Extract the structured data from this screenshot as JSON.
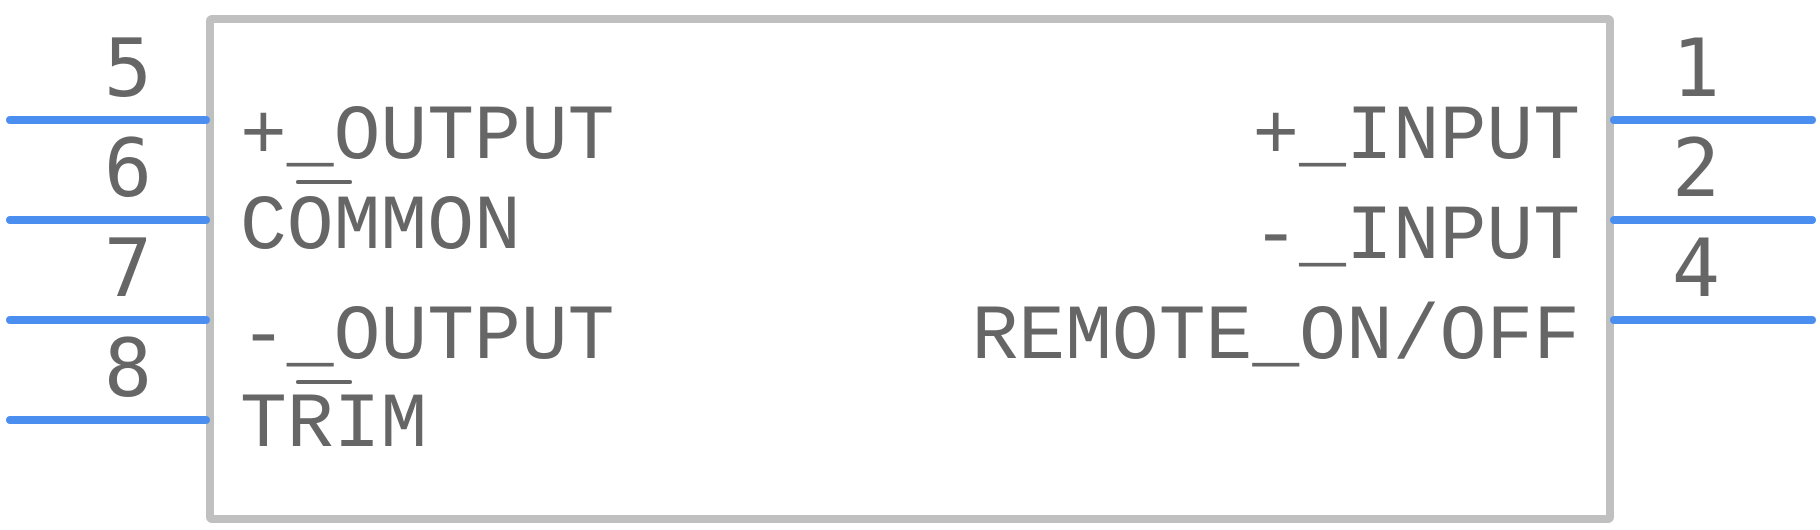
{
  "component": {
    "colors": {
      "body_outline": "#c0c0c0",
      "pin_line": "#4a8ff0",
      "text": "#666666",
      "background": "#ffffff"
    },
    "left_pins": [
      {
        "number": "5",
        "label": "+_OUTPUT"
      },
      {
        "number": "6",
        "label": "COMMON",
        "overbar_chars": "O"
      },
      {
        "number": "7",
        "label": "-_OUTPUT"
      },
      {
        "number": "8",
        "label": "TRIM",
        "overbar_chars": "R"
      }
    ],
    "right_pins": [
      {
        "number": "1",
        "label": "+_INPUT"
      },
      {
        "number": "2",
        "label": "-_INPUT"
      },
      {
        "number": "4",
        "label": "REMOTE_ON/OFF"
      }
    ]
  }
}
